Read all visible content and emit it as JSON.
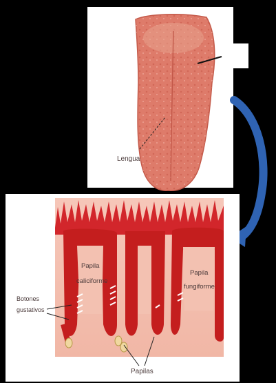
{
  "labels": {
    "tongue": "Lengua",
    "circumvallate_papilla": [
      "Papila",
      "caliciforme"
    ],
    "fungiform_papilla": [
      "Papila",
      "fungiforme"
    ],
    "taste_buds": [
      "Botones",
      "gustativos"
    ],
    "papillae": "Papilas"
  },
  "colors": {
    "background": "#000000",
    "panel": "#ffffff",
    "tongue_fill": "#de7b6a",
    "tissue_light": "#f2b9a9",
    "tissue_dark": "#c41e1e",
    "tissue_deep": "#8e0d12",
    "arrow": "#2f63b3"
  }
}
